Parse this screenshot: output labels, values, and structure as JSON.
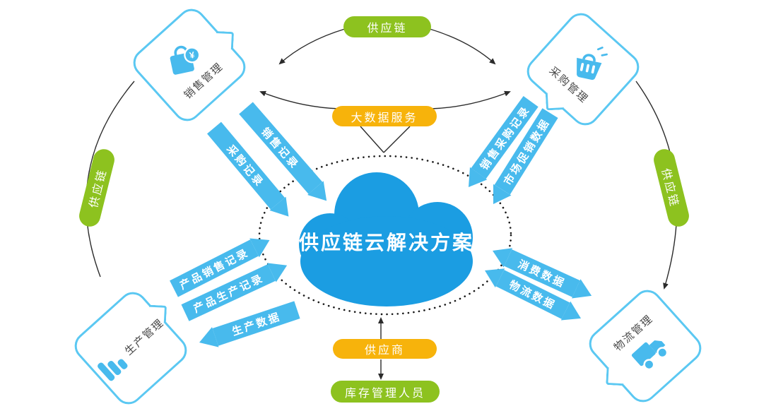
{
  "colors": {
    "cloud_blue": "#1B9DE2",
    "arrow_blue": "#48BAED",
    "node_border_blue": "#5BC8F2",
    "pill_green": "#8DC21F",
    "pill_yellow": "#F7B30B",
    "connector_line": "#2b2b2b",
    "node_label_gray": "#4a4a4a"
  },
  "cloud": {
    "label": "供应链云解决方案"
  },
  "nodes": {
    "sales": {
      "label": "销售管理",
      "icon": "shopping-bag-yen-icon"
    },
    "purchasing": {
      "label": "采购管理",
      "icon": "shopping-basket-icon"
    },
    "production": {
      "label": "生产管理",
      "icon": "bar-chart-icon"
    },
    "logistics": {
      "label": "物流管理",
      "icon": "delivery-truck-icon"
    }
  },
  "pills": {
    "supply_chain_top": {
      "label": "供应链"
    },
    "supply_chain_left": {
      "label": "供应链"
    },
    "supply_chain_right": {
      "label": "供应链"
    },
    "big_data": {
      "label": "大数据服务"
    },
    "supplier": {
      "label": "供应商"
    },
    "inventory_staff": {
      "label": "库存管理人员"
    }
  },
  "arrows": {
    "sales_record": {
      "label": "销售记录",
      "direction": "to-cloud"
    },
    "purchase_record": {
      "label": "采购记录",
      "direction": "to-cloud"
    },
    "sales_purchase_record": {
      "label": "销售采购记录",
      "direction": "to-cloud"
    },
    "market_promotion_data": {
      "label": "市场促销数据",
      "direction": "to-cloud"
    },
    "product_sales_record": {
      "label": "产品销售记录",
      "direction": "to-cloud"
    },
    "product_production_record": {
      "label": "产品生产记录",
      "direction": "to-cloud"
    },
    "production_data": {
      "label": "生产数据",
      "direction": "to-node"
    },
    "consumption_data": {
      "label": "消费数据",
      "direction": "both"
    },
    "logistics_data": {
      "label": "物流数据",
      "direction": "both"
    }
  }
}
